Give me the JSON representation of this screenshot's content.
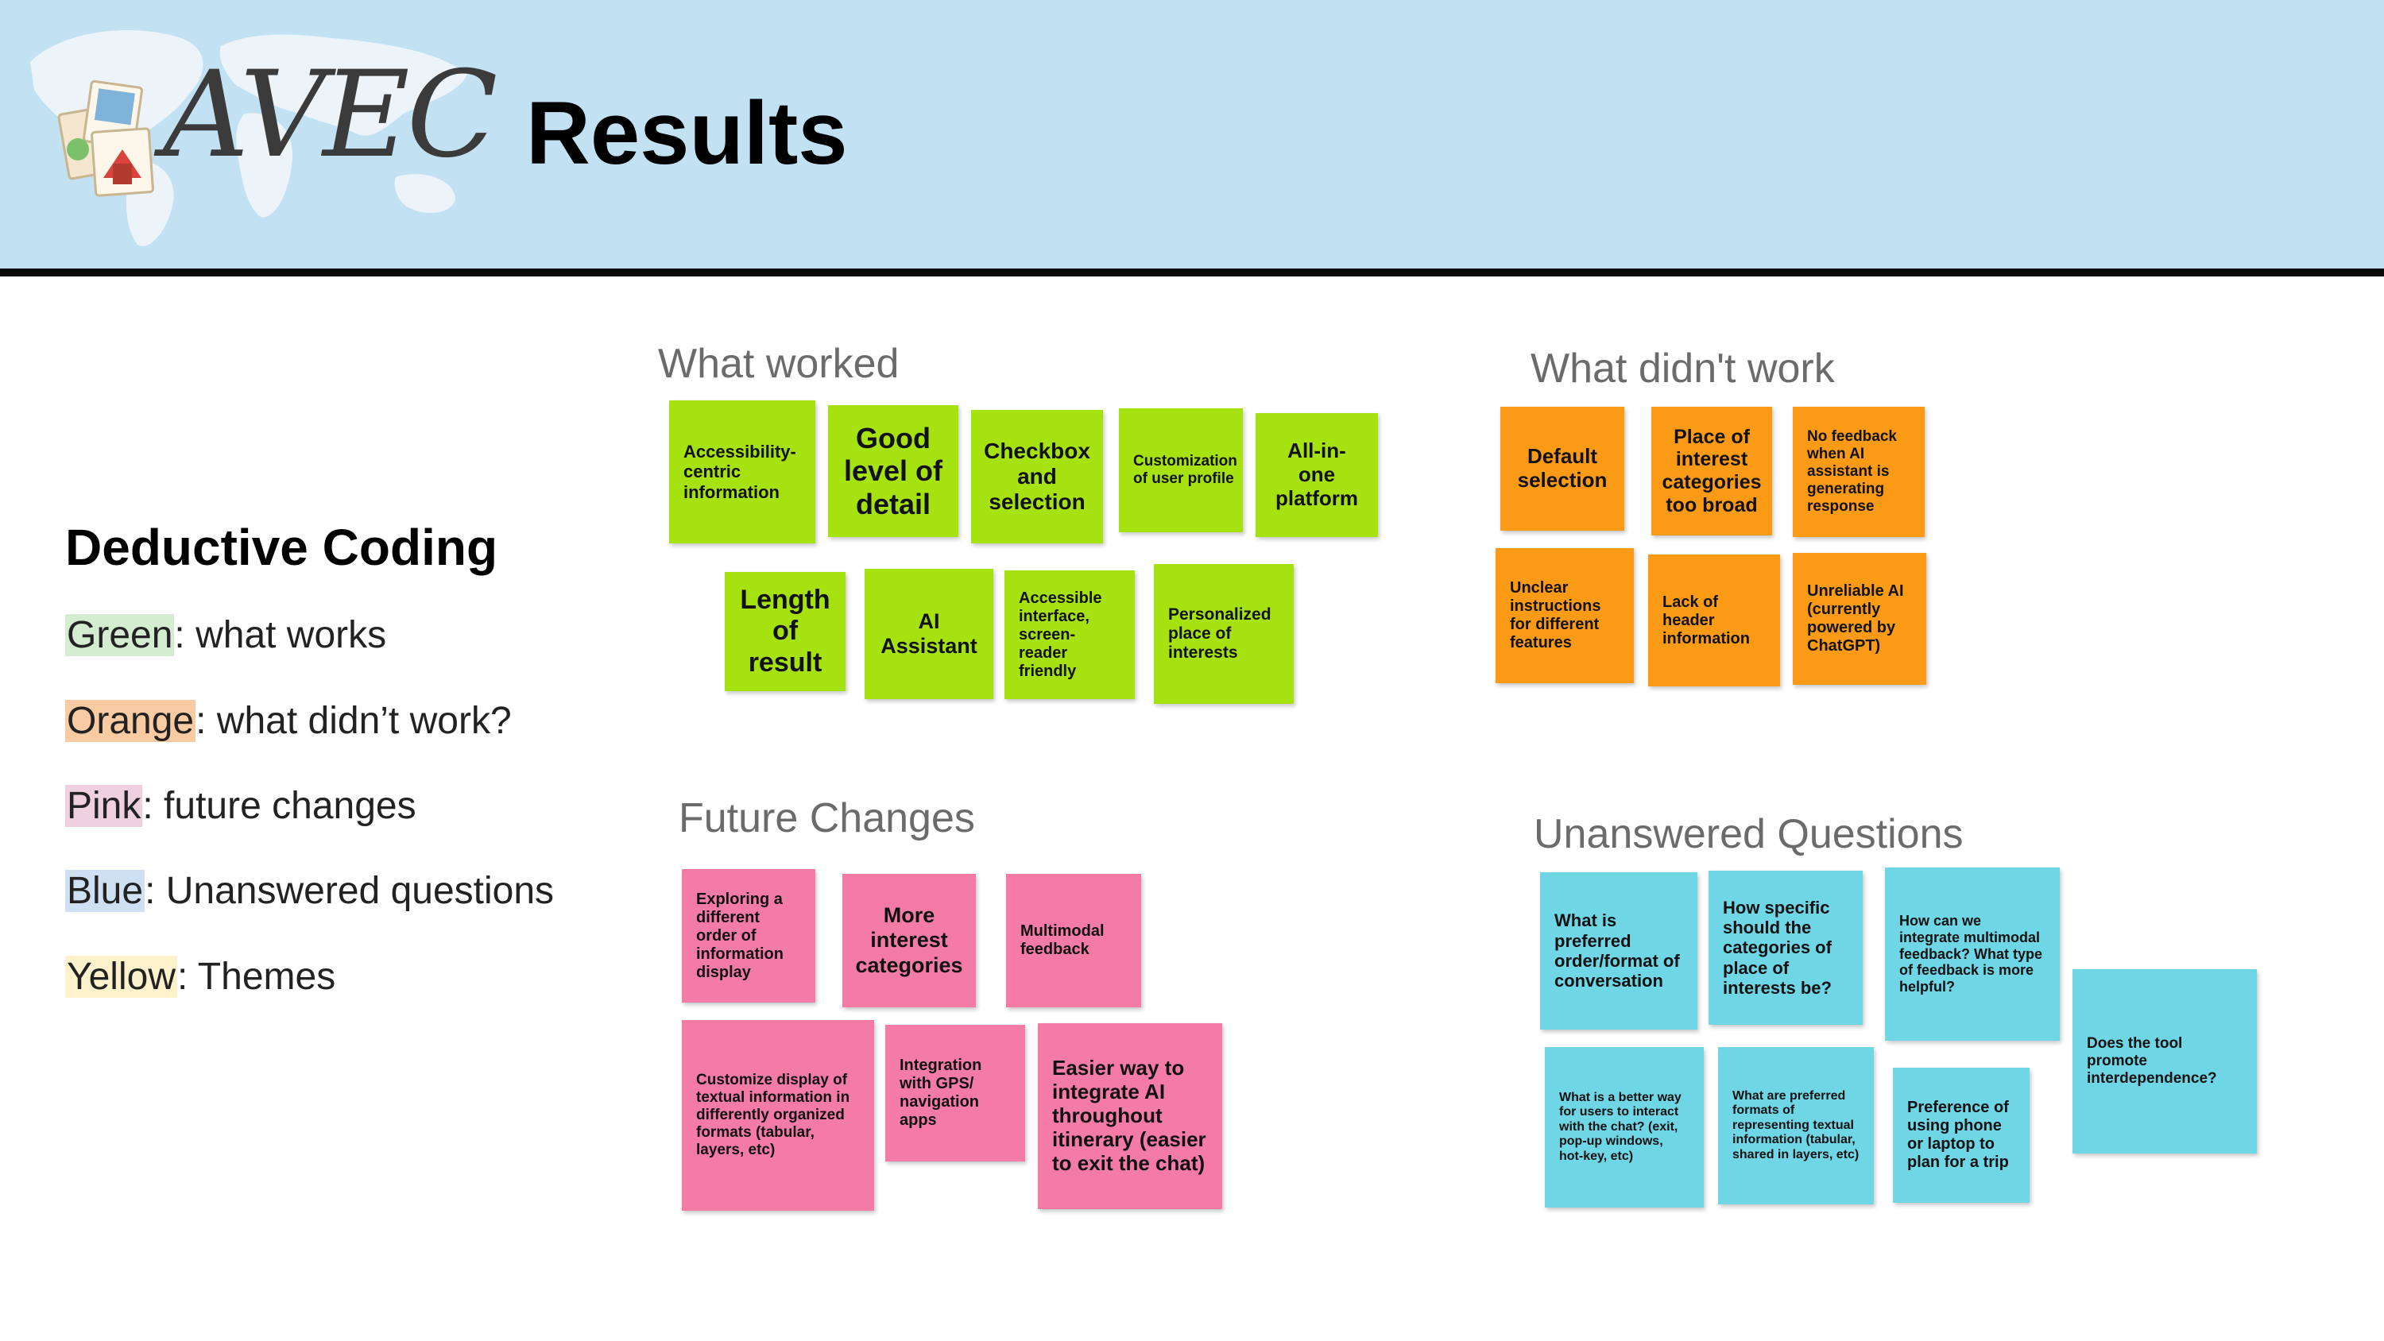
{
  "header": {
    "logo_text": "AVEC",
    "title": "Results"
  },
  "legend": {
    "title": "Deductive Coding",
    "items": [
      {
        "label": "Green",
        "text": ": what works",
        "color": "#d4ecd0"
      },
      {
        "label": "Orange",
        "text": ": what didn’t work?",
        "color": "#f9cba3"
      },
      {
        "label": "Pink",
        "text": ": future changes",
        "color": "#efd0df"
      },
      {
        "label": "Blue",
        "text": ": Unanswered questions",
        "color": "#cfe0f2"
      },
      {
        "label": "Yellow",
        "text": ": Themes",
        "color": "#fdf2cc"
      }
    ]
  },
  "colors": {
    "header_bg": "#c2e2f3",
    "green_note": "#a6e20f",
    "orange_note": "#fb9a14",
    "pink_note": "#f57ba7",
    "blue_note": "#6fd6e6"
  },
  "sections": {
    "worked": {
      "title": "What worked",
      "notes": [
        "Accessibility-centric information",
        "Good level of detail",
        "Checkbox and selection",
        "Customization of user profile",
        "All-in-one platform",
        "Length of result",
        "AI Assistant",
        "Accessible interface, screen-reader friendly",
        "Personalized place of interests"
      ]
    },
    "didnt": {
      "title": "What didn't work",
      "notes": [
        "Default selection",
        "Place of interest categories too broad",
        "No feedback when AI assistant is generating response",
        "Unclear instructions for different features",
        "Lack of header information",
        "Unreliable AI (currently powered by ChatGPT)"
      ]
    },
    "future": {
      "title": "Future Changes",
      "notes": [
        "Exploring a different order of information display",
        "More interest categories",
        "Multimodal feedback",
        "Customize display of textual information in differently organized formats (tabular, layers, etc)",
        "Integration with GPS/ navigation apps",
        "Easier way to integrate AI throughout itinerary (easier to exit the chat)"
      ]
    },
    "questions": {
      "title": "Unanswered Questions",
      "notes": [
        "What is preferred order/format of conversation",
        "How specific should the categories of place of interests be?",
        "How can we integrate multimodal feedback? What type of feedback is more helpful?",
        "Does the tool promote interdependence?",
        "What is a better way for users to interact with the chat? (exit, pop-up windows, hot-key, etc)",
        "What are preferred formats of representing textual information (tabular, shared in layers, etc)",
        "Preference of using phone or laptop to plan for a trip"
      ]
    }
  }
}
